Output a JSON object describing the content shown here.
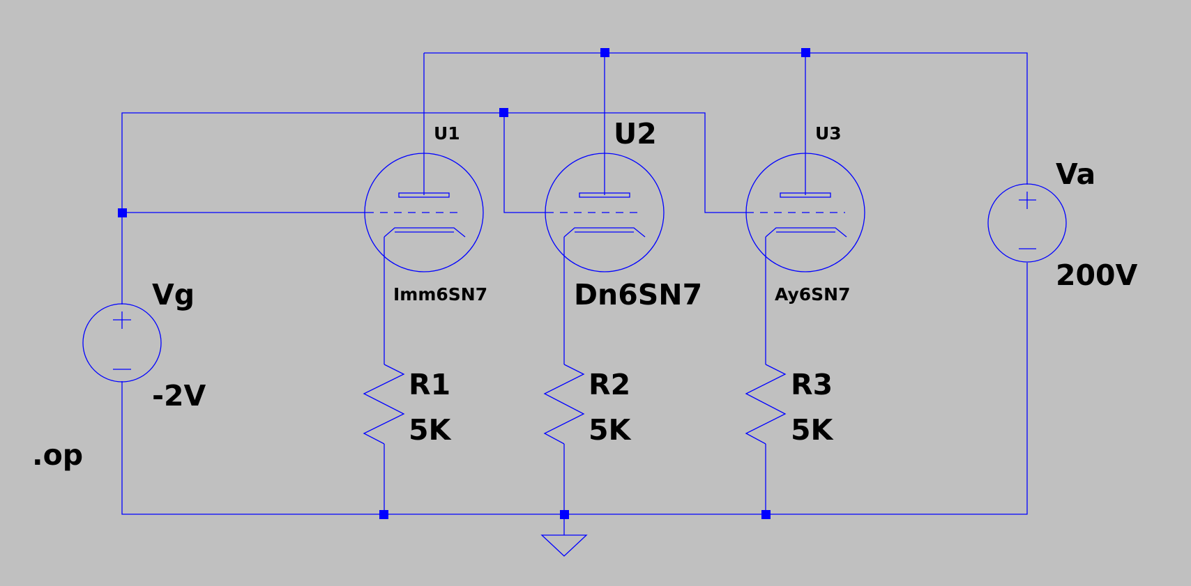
{
  "colors": {
    "background": "#c0c0c0",
    "wire": "#0000ff",
    "text": "#000000"
  },
  "directive": ".op",
  "sources": {
    "vg": {
      "name": "Vg",
      "value": "-2V"
    },
    "va": {
      "name": "Va",
      "value": "200V"
    }
  },
  "tubes": [
    {
      "ref": "U1",
      "model": "Imm6SN7"
    },
    {
      "ref": "U2",
      "model": "Dn6SN7"
    },
    {
      "ref": "U3",
      "model": "Ay6SN7"
    }
  ],
  "resistors": [
    {
      "ref": "R1",
      "value": "5K"
    },
    {
      "ref": "R2",
      "value": "5K"
    },
    {
      "ref": "R3",
      "value": "5K"
    }
  ],
  "ground_icon": "ground-icon"
}
